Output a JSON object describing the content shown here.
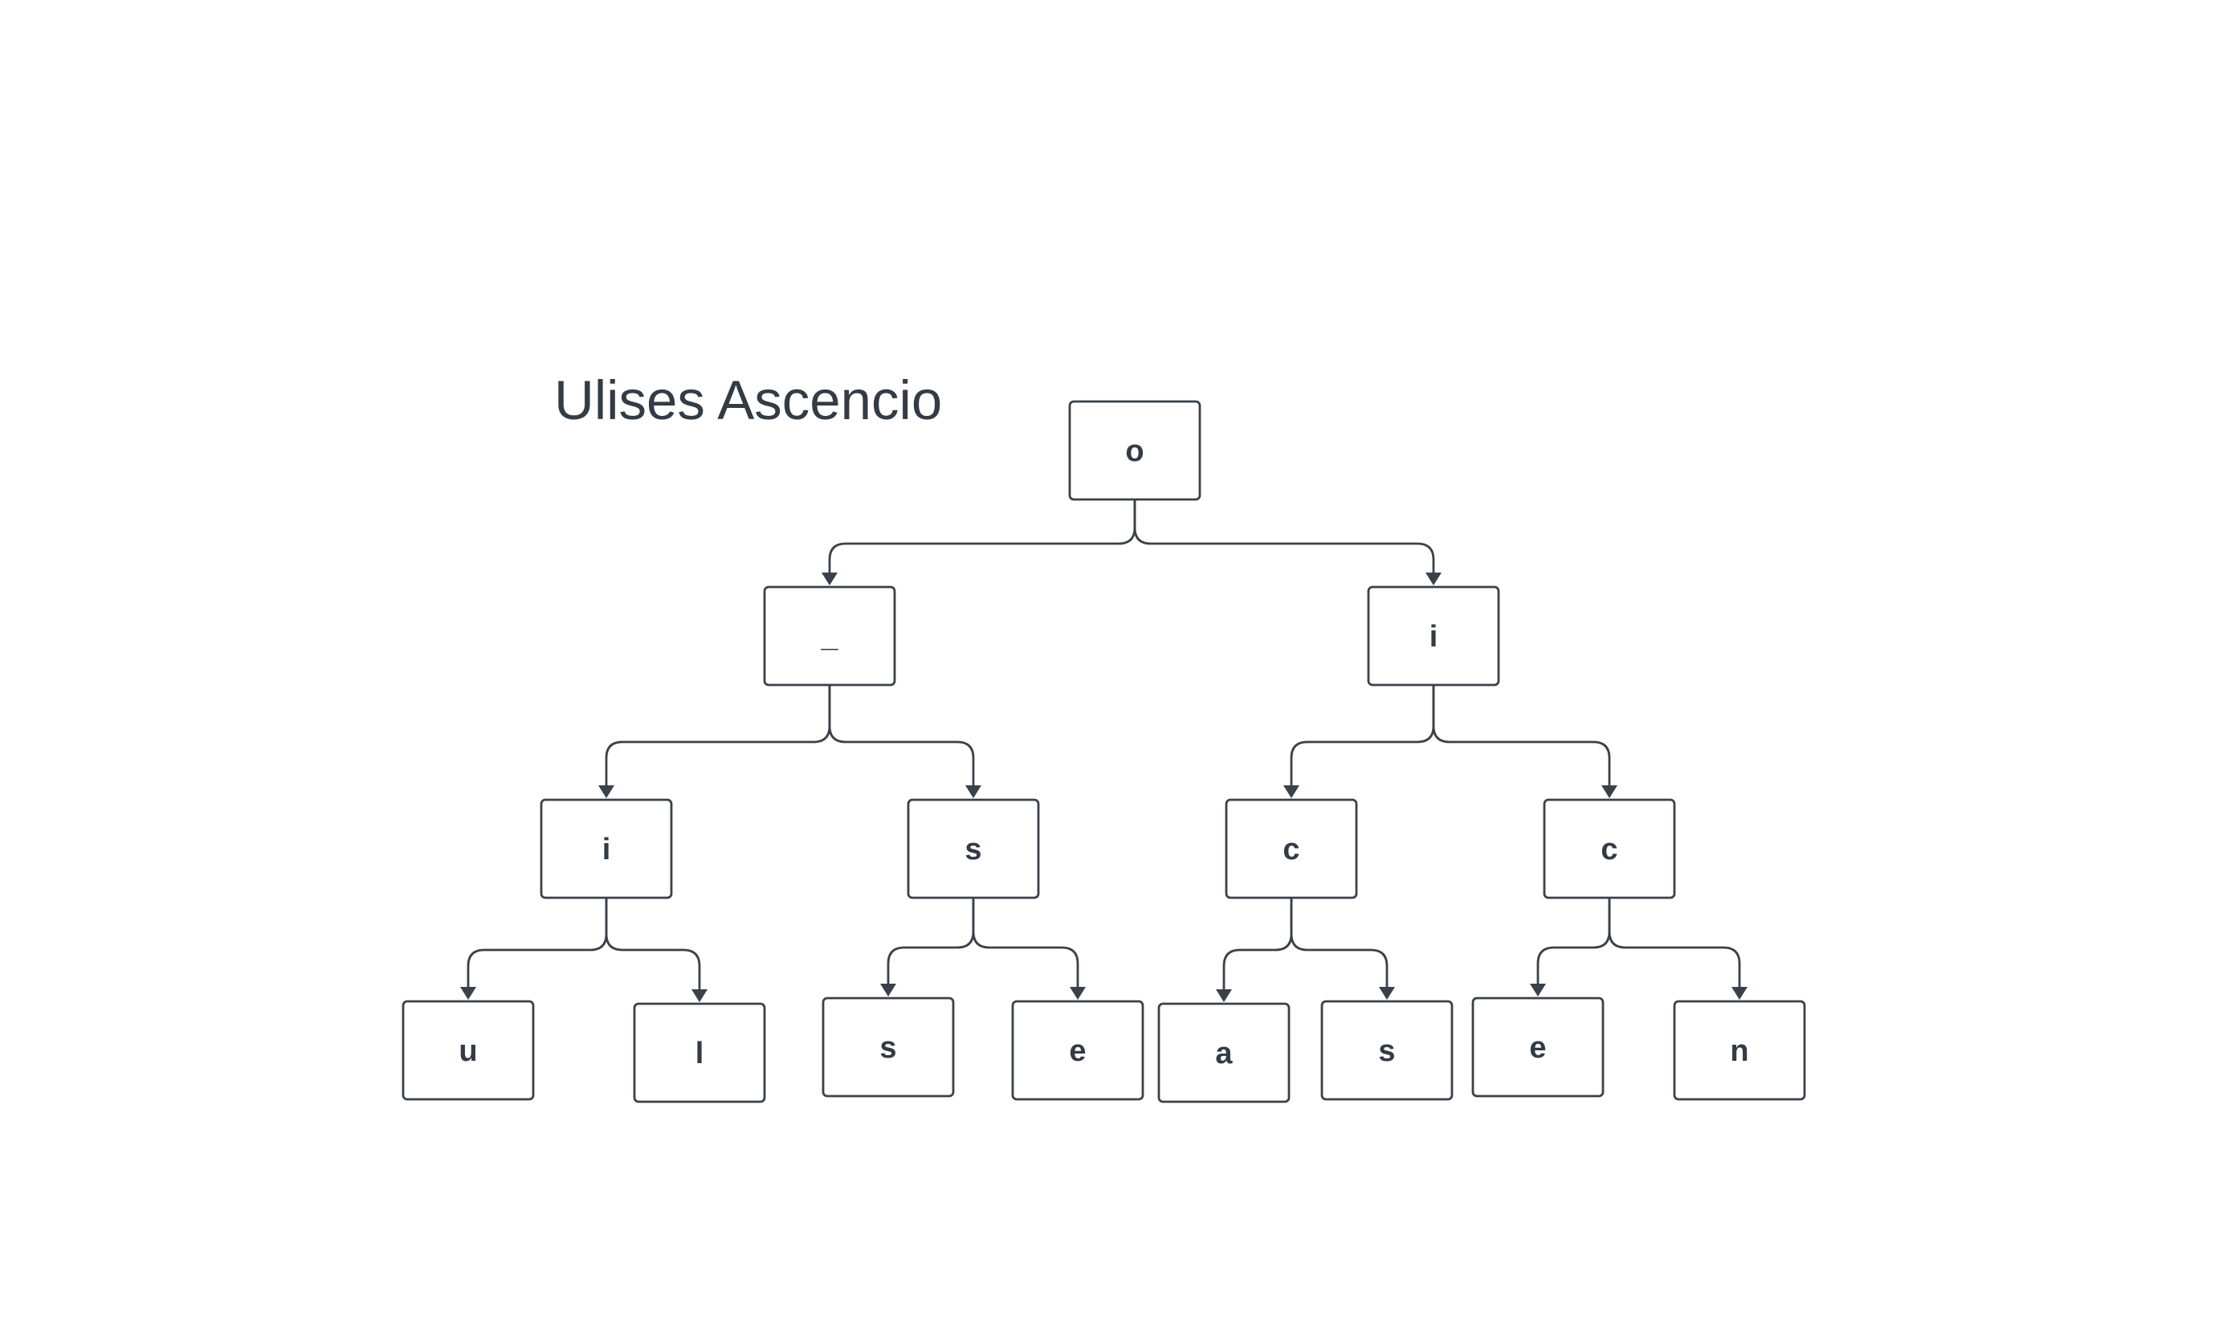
{
  "title": "Ulises Ascencio",
  "colors": {
    "stroke": "#3a414a",
    "text": "#333b45",
    "background": "#ffffff"
  },
  "tree": {
    "nodes": [
      {
        "id": "n0",
        "label": "o"
      },
      {
        "id": "n1",
        "label": "_"
      },
      {
        "id": "n2",
        "label": "i"
      },
      {
        "id": "n3",
        "label": "i"
      },
      {
        "id": "n4",
        "label": "s"
      },
      {
        "id": "n5",
        "label": "c"
      },
      {
        "id": "n6",
        "label": "c"
      },
      {
        "id": "n7",
        "label": "u"
      },
      {
        "id": "n8",
        "label": "l"
      },
      {
        "id": "n9",
        "label": "s"
      },
      {
        "id": "n10",
        "label": "e"
      },
      {
        "id": "n11",
        "label": "a"
      },
      {
        "id": "n12",
        "label": "s"
      },
      {
        "id": "n13",
        "label": "e"
      },
      {
        "id": "n14",
        "label": "n"
      }
    ],
    "edges": [
      {
        "from": "n0",
        "to": "n1"
      },
      {
        "from": "n0",
        "to": "n2"
      },
      {
        "from": "n1",
        "to": "n3"
      },
      {
        "from": "n1",
        "to": "n4"
      },
      {
        "from": "n2",
        "to": "n5"
      },
      {
        "from": "n2",
        "to": "n6"
      },
      {
        "from": "n3",
        "to": "n7"
      },
      {
        "from": "n3",
        "to": "n8"
      },
      {
        "from": "n4",
        "to": "n9"
      },
      {
        "from": "n4",
        "to": "n10"
      },
      {
        "from": "n5",
        "to": "n11"
      },
      {
        "from": "n5",
        "to": "n12"
      },
      {
        "from": "n6",
        "to": "n13"
      },
      {
        "from": "n6",
        "to": "n14"
      }
    ]
  }
}
